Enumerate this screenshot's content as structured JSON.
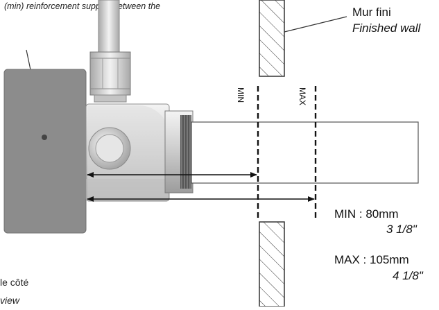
{
  "annotations": {
    "reinforcement_note": "(min) reinforcement support between the",
    "wall_label_fr": "Mur fini",
    "wall_label_en": "Finished wall",
    "min_marker": "MIN",
    "max_marker": "MAX",
    "min_dimension": "MIN : 80mm",
    "min_dimension_imperial": "3 1/8\"",
    "max_dimension": "MAX : 105mm",
    "max_dimension_imperial": "4 1/8\"",
    "side_view_fr": "le côté",
    "side_view_en": "view"
  },
  "colors": {
    "ink": "#222222",
    "support_block": "#8c8c8c",
    "support_dot": "#444444",
    "valve_body": "#d6d6d6",
    "valve_shadow": "#9a9a9a",
    "wall_hatch": "#333333"
  }
}
